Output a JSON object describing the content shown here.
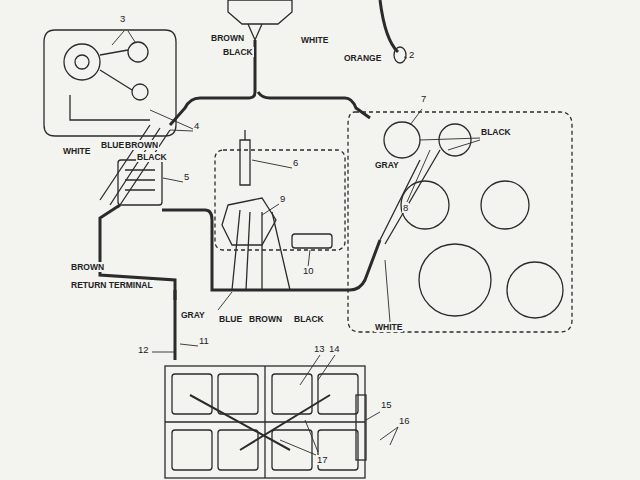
{
  "diagram": {
    "labels": [
      "BROWN",
      "BLACK",
      "WHITE",
      "ORANGE",
      "2",
      "3",
      "4",
      "WHITE",
      "BLUE",
      "BROWN",
      "BLACK",
      "5",
      "6",
      "7",
      "GRAY",
      "BLACK",
      "8",
      "9",
      "10",
      "BROWN",
      "RETURN TERMINAL",
      "GRAY",
      "BLUE",
      "BROWN",
      "BLACK",
      "WHITE",
      "12",
      "11",
      "13",
      "14",
      "15",
      "16",
      "17"
    ]
  }
}
